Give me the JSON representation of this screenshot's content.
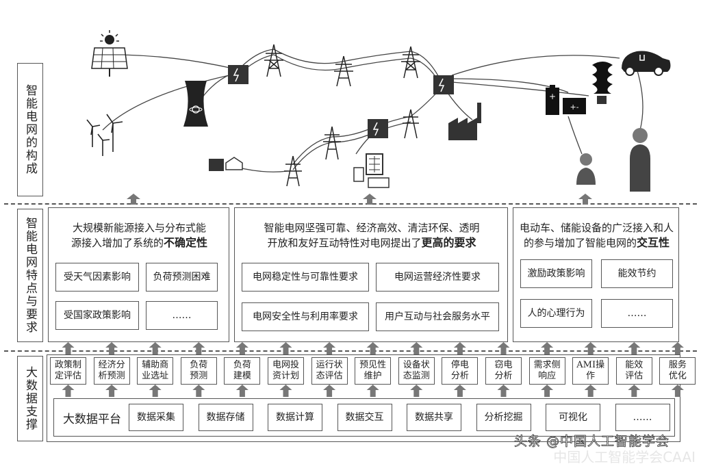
{
  "rows": {
    "top": "智能电网的构成",
    "middle": "智能电网特点与要求",
    "bottom": "大数据支撑"
  },
  "panels": [
    {
      "header_lines": [
        "大规模新能源接入与分布式能",
        "源接入增加了系统的"
      ],
      "emphasis": "不确定性",
      "items": [
        "受天气因素影响",
        "负荷预测困难",
        "受国家政策影响",
        "……"
      ]
    },
    {
      "header_lines": [
        "智能电网坚强可靠、经济高效、清洁环保、透明",
        "开放和友好互动特性对电网提出了"
      ],
      "emphasis": "更高的要求",
      "items": [
        "电网稳定性与可靠性要求",
        "电网运营经济性要求",
        "电网安全性与利用率要求",
        "用户互动与社会服务水平"
      ]
    },
    {
      "header_lines": [
        "电动车、储能设备的广泛接入和人",
        "的参与增加了智能电网的"
      ],
      "emphasis": "交互性",
      "items": [
        "激励政策影响",
        "能效节约",
        "人的心理行为",
        "……"
      ]
    }
  ],
  "applications": [
    [
      "政策制",
      "定评估"
    ],
    [
      "经济分",
      "析预测"
    ],
    [
      "辅助商",
      "业选址"
    ],
    [
      "负荷",
      "预测"
    ],
    [
      "负荷",
      "建模"
    ],
    [
      "电网投",
      "资计划"
    ],
    [
      "运行状",
      "态评估"
    ],
    [
      "预见性",
      "维护"
    ],
    [
      "设备状",
      "态监测"
    ],
    [
      "停电",
      "分析"
    ],
    [
      "窃电",
      "分析"
    ],
    [
      "需求侧",
      "响应"
    ],
    [
      "AMI操",
      "作"
    ],
    [
      "能效",
      "评估"
    ],
    [
      "服务",
      "优化"
    ]
  ],
  "platform": {
    "label": "大数据平台",
    "items": [
      "数据采集",
      "数据存储",
      "数据计算",
      "数据交互",
      "数据共享",
      "分析挖掘",
      "可视化",
      "……"
    ]
  },
  "watermark": "头条 @中国人工智能学会",
  "watermark_faint": "中国人工智能学会CAAI"
}
